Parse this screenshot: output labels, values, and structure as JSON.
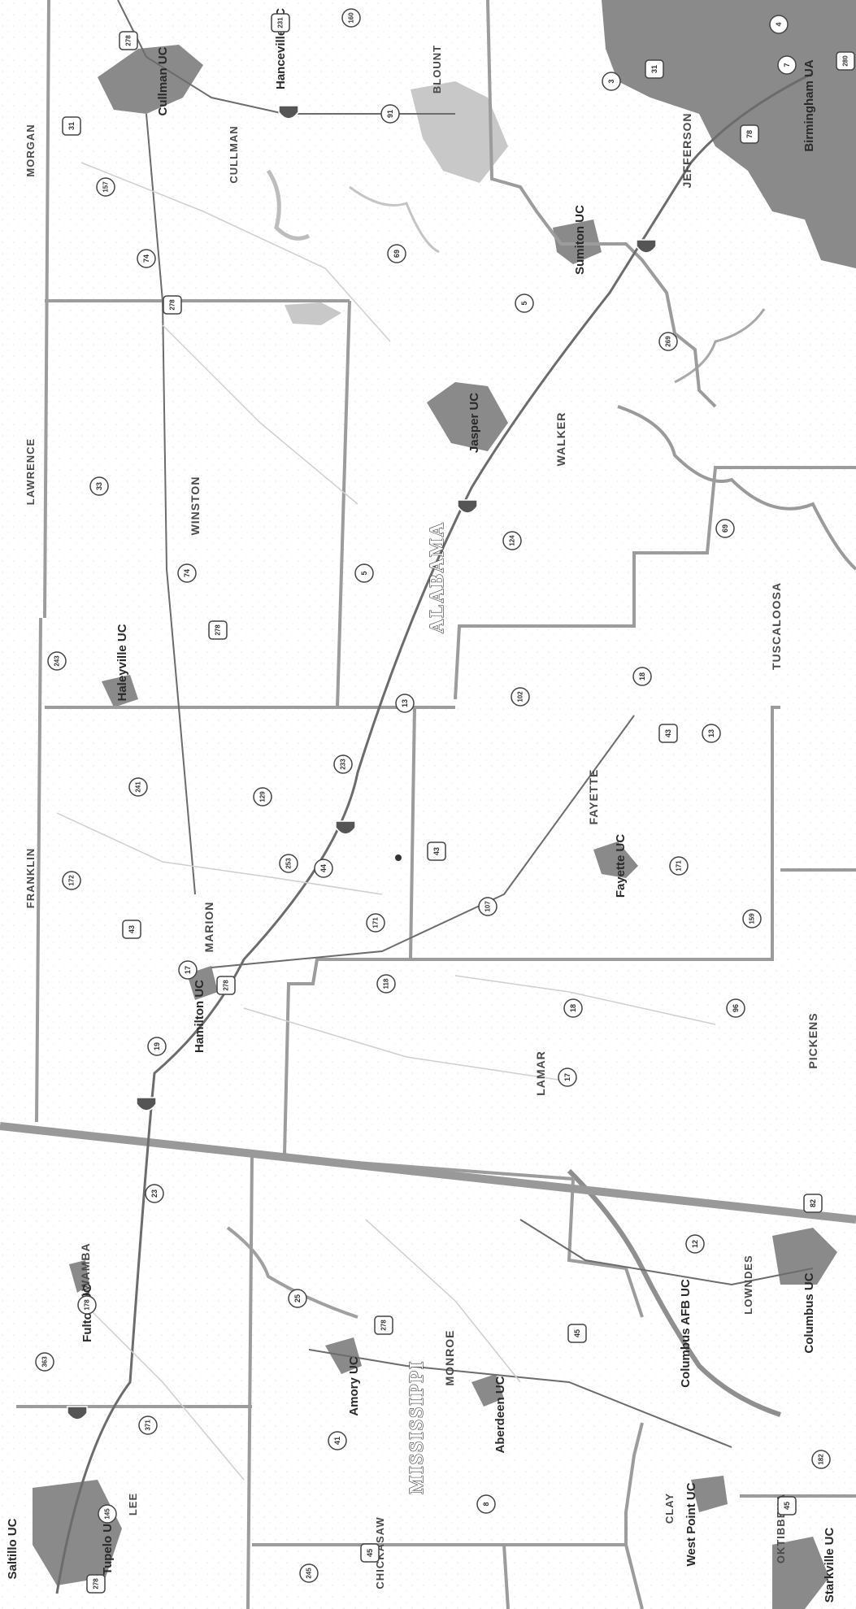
{
  "map": {
    "states": [
      {
        "id": "alabama",
        "name": "ALABAMA"
      },
      {
        "id": "mississippi",
        "name": "MISSISSIPPI"
      }
    ],
    "counties": [
      {
        "id": "morgan",
        "name": "MORGAN"
      },
      {
        "id": "lawrence",
        "name": "LAWRENCE"
      },
      {
        "id": "franklin",
        "name": "FRANKLIN"
      },
      {
        "id": "cullman",
        "name": "CULLMAN"
      },
      {
        "id": "blount",
        "name": "BLOUNT"
      },
      {
        "id": "winston",
        "name": "WINSTON"
      },
      {
        "id": "marion",
        "name": "MARION"
      },
      {
        "id": "walker",
        "name": "WALKER"
      },
      {
        "id": "jefferson",
        "name": "JEFFERSON"
      },
      {
        "id": "fayette",
        "name": "FAYETTE"
      },
      {
        "id": "lamar",
        "name": "LAMAR"
      },
      {
        "id": "tuscaloosa",
        "name": "TUSCALOOSA"
      },
      {
        "id": "pickens",
        "name": "PICKENS"
      },
      {
        "id": "itawamba",
        "name": "ITAWAMBA"
      },
      {
        "id": "monroe",
        "name": "MONROE"
      },
      {
        "id": "lee",
        "name": "LEE"
      },
      {
        "id": "chickasaw",
        "name": "CHICKASAW"
      },
      {
        "id": "clay",
        "name": "CLAY"
      },
      {
        "id": "lowndes",
        "name": "LOWNDES"
      },
      {
        "id": "oktibbeha",
        "name": "OKTIBBEHA"
      }
    ],
    "places": [
      {
        "id": "cullman",
        "name": "Cullman UC"
      },
      {
        "id": "hanceville",
        "name": "Hanceville UC"
      },
      {
        "id": "birmingham",
        "name": "Birmingham UA"
      },
      {
        "id": "sumiton",
        "name": "Sumiton UC"
      },
      {
        "id": "jasper",
        "name": "Jasper UC"
      },
      {
        "id": "haleyville",
        "name": "Haleyville UC"
      },
      {
        "id": "hamilton",
        "name": "Hamilton UC"
      },
      {
        "id": "fayette",
        "name": "Fayette UC"
      },
      {
        "id": "fulton",
        "name": "Fulton UC"
      },
      {
        "id": "amory",
        "name": "Amory UC"
      },
      {
        "id": "aberdeen",
        "name": "Aberdeen UC"
      },
      {
        "id": "columbus-afb",
        "name": "Columbus AFB UC"
      },
      {
        "id": "columbus",
        "name": "Columbus UC"
      },
      {
        "id": "west-point",
        "name": "West Point UC"
      },
      {
        "id": "tupelo",
        "name": "Tupelo UC"
      },
      {
        "id": "saltillo",
        "name": "Saltillo UC"
      },
      {
        "id": "starkville",
        "name": "Starkville UC"
      }
    ],
    "routes": [
      {
        "id": "r-31a",
        "label": "31",
        "type": "us"
      },
      {
        "id": "r-278a",
        "label": "278",
        "type": "us"
      },
      {
        "id": "r-231",
        "label": "231",
        "type": "us"
      },
      {
        "id": "r-160",
        "label": "160",
        "type": "state"
      },
      {
        "id": "r-157",
        "label": "157",
        "type": "state"
      },
      {
        "id": "r-74a",
        "label": "74",
        "type": "state"
      },
      {
        "id": "r-278b",
        "label": "278",
        "type": "us"
      },
      {
        "id": "r-91",
        "label": "91",
        "type": "state"
      },
      {
        "id": "r-69",
        "label": "69",
        "type": "state"
      },
      {
        "id": "r-5a",
        "label": "5",
        "type": "state"
      },
      {
        "id": "r-3",
        "label": "3",
        "type": "state"
      },
      {
        "id": "r-31b",
        "label": "31",
        "type": "us"
      },
      {
        "id": "r-78",
        "label": "78",
        "type": "us"
      },
      {
        "id": "r-269",
        "label": "269",
        "type": "state"
      },
      {
        "id": "r-4",
        "label": "4",
        "type": "state"
      },
      {
        "id": "r-7",
        "label": "7",
        "type": "state"
      },
      {
        "id": "r-280",
        "label": "280",
        "type": "us"
      },
      {
        "id": "r-33",
        "label": "33",
        "type": "state"
      },
      {
        "id": "r-74b",
        "label": "74",
        "type": "state"
      },
      {
        "id": "r-278c",
        "label": "278",
        "type": "us"
      },
      {
        "id": "r-5b",
        "label": "5",
        "type": "state"
      },
      {
        "id": "r-124",
        "label": "124",
        "type": "state"
      },
      {
        "id": "r-69b",
        "label": "69",
        "type": "state"
      },
      {
        "id": "r-243",
        "label": "243",
        "type": "state"
      },
      {
        "id": "r-13a",
        "label": "13",
        "type": "state"
      },
      {
        "id": "r-102",
        "label": "102",
        "type": "state"
      },
      {
        "id": "r-18a",
        "label": "18",
        "type": "state"
      },
      {
        "id": "r-43a",
        "label": "43",
        "type": "us"
      },
      {
        "id": "r-13b",
        "label": "13",
        "type": "state"
      },
      {
        "id": "r-241",
        "label": "241",
        "type": "state"
      },
      {
        "id": "r-129",
        "label": "129",
        "type": "state"
      },
      {
        "id": "r-233",
        "label": "233",
        "type": "state"
      },
      {
        "id": "r-172",
        "label": "172",
        "type": "state"
      },
      {
        "id": "r-253",
        "label": "253",
        "type": "state"
      },
      {
        "id": "r-44",
        "label": "44",
        "type": "state"
      },
      {
        "id": "r-43b",
        "label": "43",
        "type": "us"
      },
      {
        "id": "r-43c",
        "label": "43",
        "type": "us"
      },
      {
        "id": "r-107",
        "label": "107",
        "type": "state"
      },
      {
        "id": "r-171a",
        "label": "171",
        "type": "state"
      },
      {
        "id": "r-171b",
        "label": "171",
        "type": "state"
      },
      {
        "id": "r-159",
        "label": "159",
        "type": "state"
      },
      {
        "id": "r-17a",
        "label": "17",
        "type": "state"
      },
      {
        "id": "r-278d",
        "label": "278",
        "type": "us"
      },
      {
        "id": "r-118",
        "label": "118",
        "type": "state"
      },
      {
        "id": "r-18b",
        "label": "18",
        "type": "state"
      },
      {
        "id": "r-96",
        "label": "96",
        "type": "state"
      },
      {
        "id": "r-19",
        "label": "19",
        "type": "state"
      },
      {
        "id": "r-17b",
        "label": "17",
        "type": "state"
      },
      {
        "id": "r-23",
        "label": "23",
        "type": "state"
      },
      {
        "id": "r-82",
        "label": "82",
        "type": "us"
      },
      {
        "id": "r-12",
        "label": "12",
        "type": "state"
      },
      {
        "id": "r-178",
        "label": "178",
        "type": "state"
      },
      {
        "id": "r-25",
        "label": "25",
        "type": "state"
      },
      {
        "id": "r-278e",
        "label": "278",
        "type": "us"
      },
      {
        "id": "r-45a",
        "label": "45",
        "type": "us"
      },
      {
        "id": "r-363",
        "label": "363",
        "type": "state"
      },
      {
        "id": "r-371",
        "label": "371",
        "type": "state"
      },
      {
        "id": "r-41",
        "label": "41",
        "type": "state"
      },
      {
        "id": "r-8",
        "label": "8",
        "type": "state"
      },
      {
        "id": "r-182",
        "label": "182",
        "type": "state"
      },
      {
        "id": "r-45b",
        "label": "45",
        "type": "us"
      },
      {
        "id": "r-245",
        "label": "245",
        "type": "state"
      },
      {
        "id": "r-45c",
        "label": "45",
        "type": "us"
      },
      {
        "id": "r-145",
        "label": "145",
        "type": "state"
      },
      {
        "id": "r-278f",
        "label": "278",
        "type": "us"
      }
    ]
  }
}
